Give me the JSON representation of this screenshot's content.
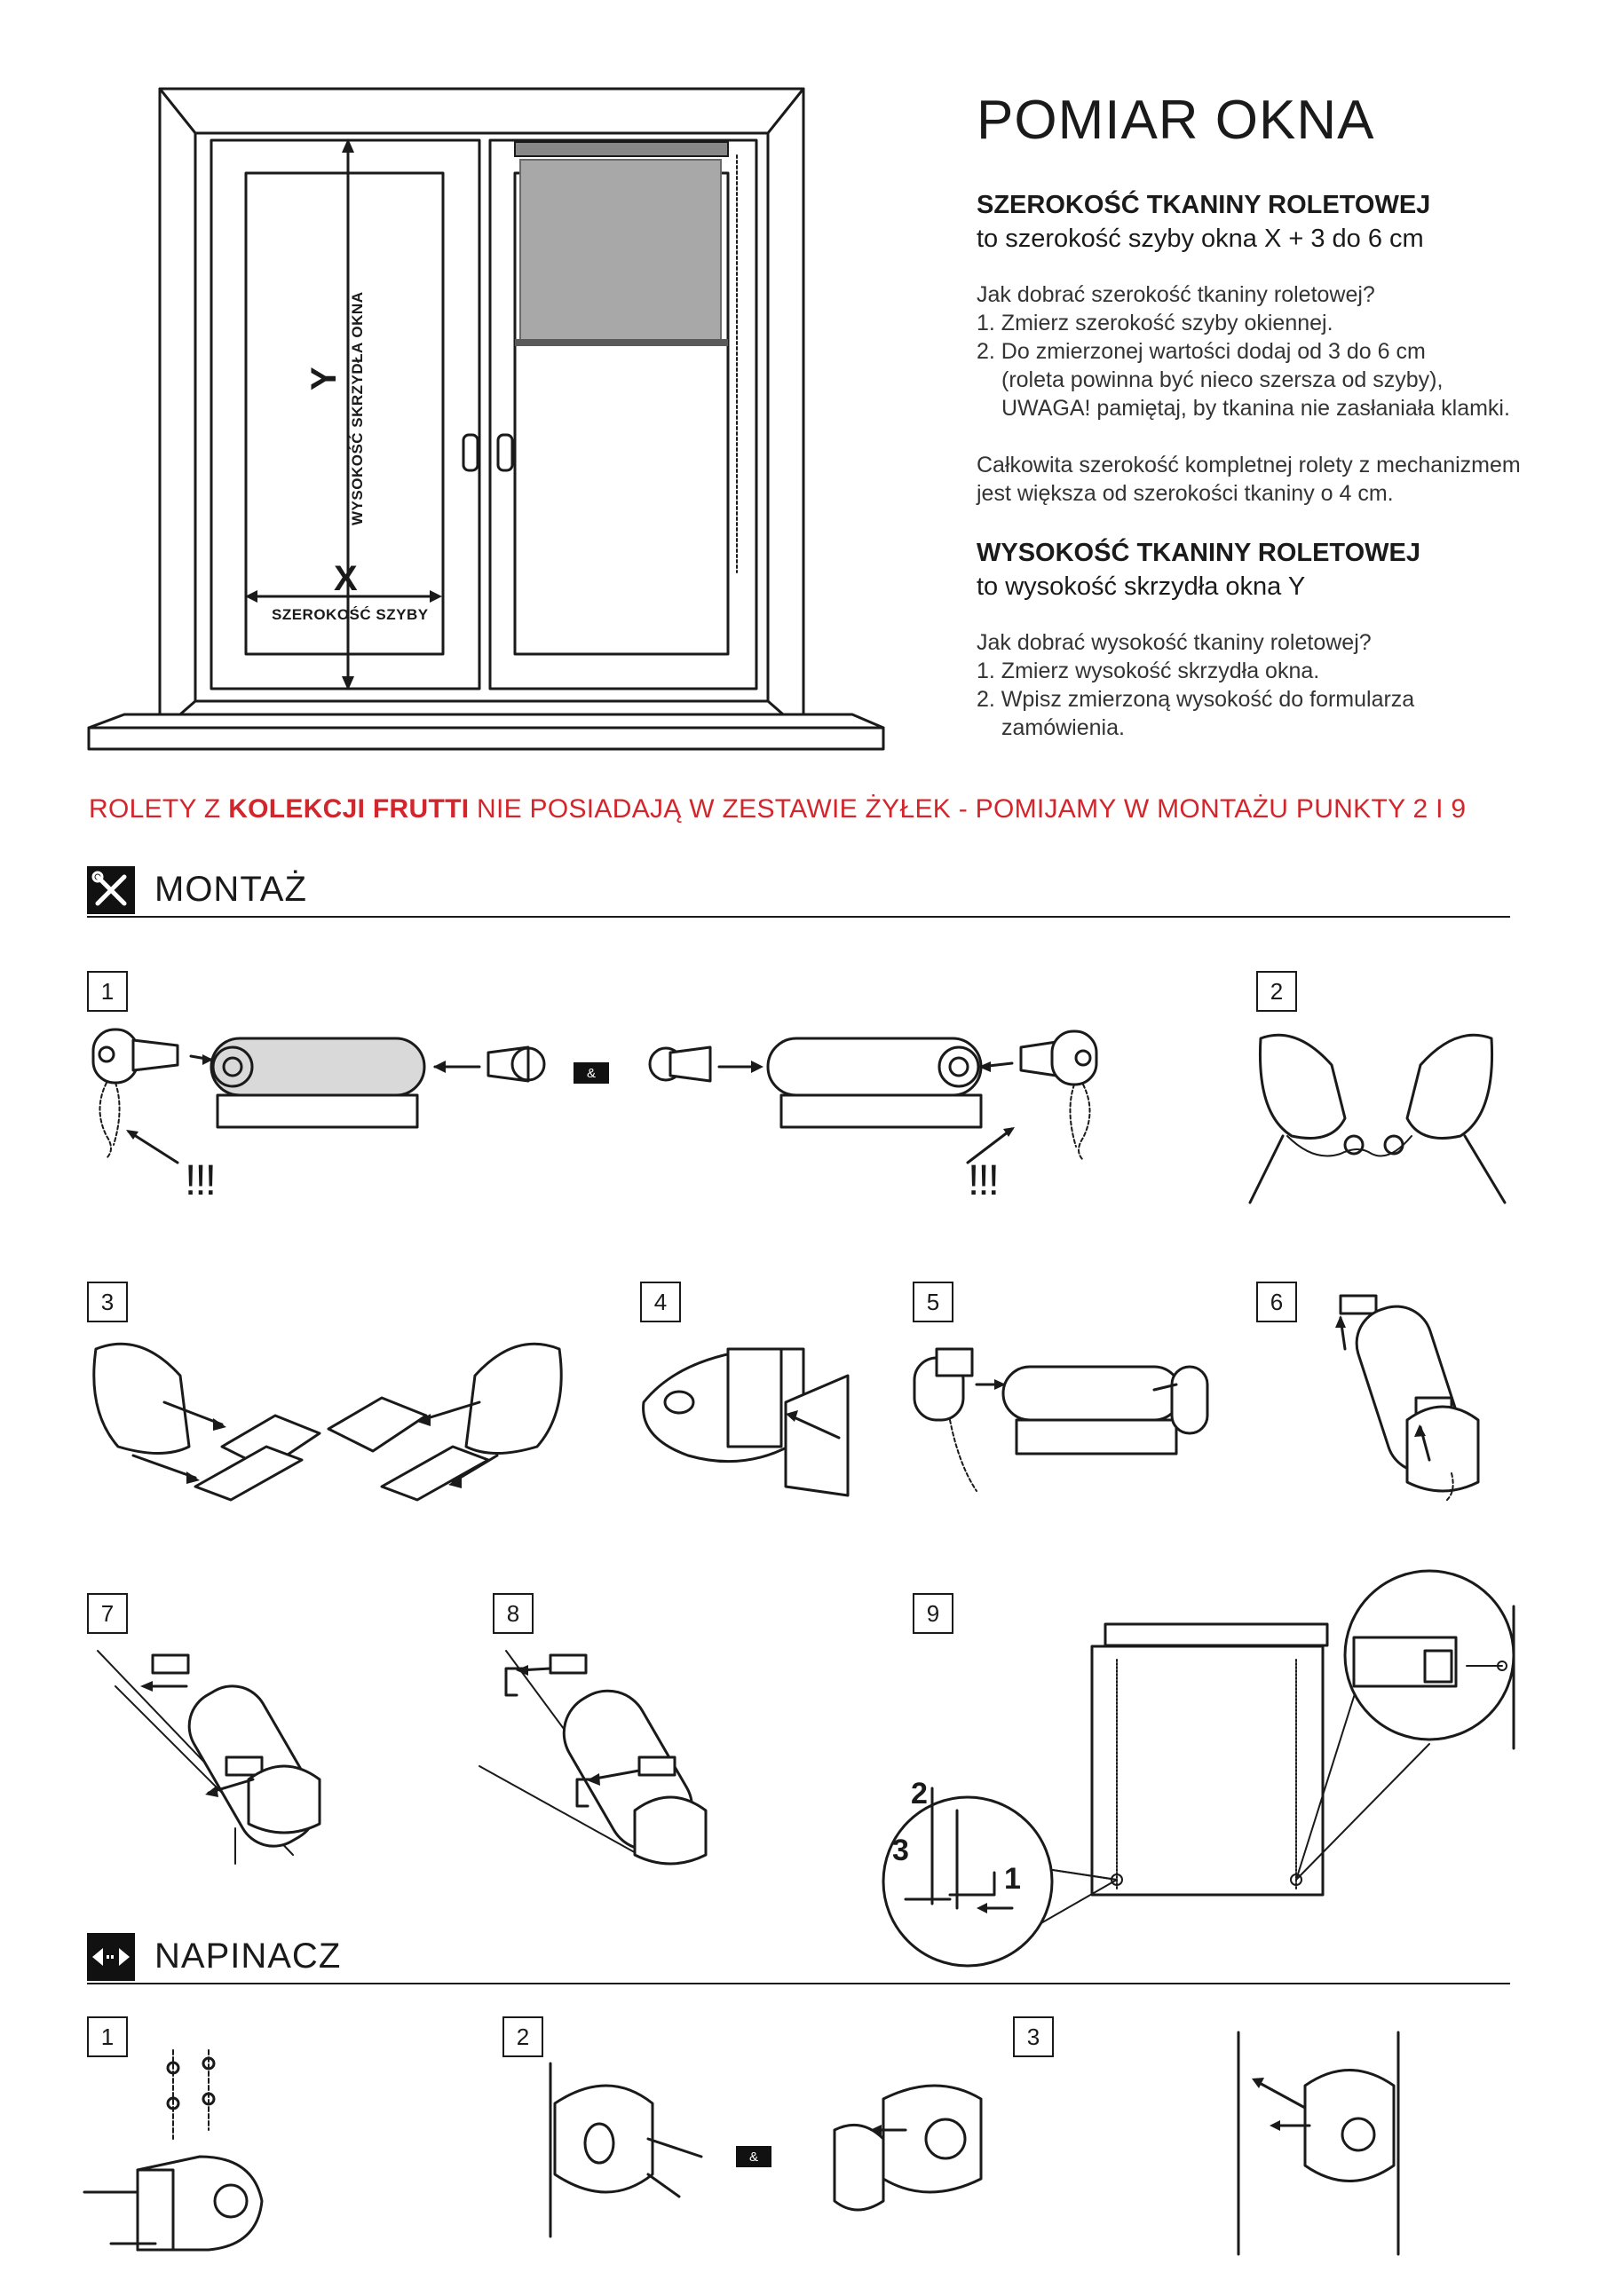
{
  "measure": {
    "title": "POMIAR OKNA",
    "width_heading_bold": "SZEROKOŚĆ TKANINY ROLETOWEJ",
    "width_heading_plain": "to szerokość szyby okna X + 3 do 6 cm",
    "width_question": "Jak dobrać szerokość tkaniny roletowej?",
    "width_step1": "1. Zmierz szerokość szyby okiennej.",
    "width_step2": "2. Do zmierzonej wartości dodaj od 3 do 6 cm",
    "width_step2_cont1": "(roleta powinna być nieco szersza od szyby),",
    "width_step2_cont2": "UWAGA! pamiętaj, by tkanina nie zasłaniała klamki.",
    "width_note_1": "Całkowita szerokość kompletnej rolety z mechanizmem",
    "width_note_2": "jest większa od szerokości tkaniny o 4 cm.",
    "height_heading_bold": "WYSOKOŚĆ TKANINY ROLETOWEJ",
    "height_heading_plain": "to wysokość skrzydła okna Y",
    "height_question": "Jak dobrać wysokość tkaniny roletowej?",
    "height_step1": "1. Zmierz wysokość skrzydła okna.",
    "height_step2": "2. Wpisz zmierzoną wysokość do formularza",
    "height_step2_cont": "zamówienia."
  },
  "diagram": {
    "y_label": "Y",
    "y_caption": "WYSOKOŚĆ SKRZYDŁA OKNA",
    "x_label": "X",
    "x_caption": "SZEROKOŚĆ SZYBY"
  },
  "notice": {
    "prefix": "ROLETY Z ",
    "bold": "KOLEKCJI FRUTTI",
    "suffix": " NIE POSIADAJĄ W ZESTAWIE ŻYŁEK - POMIJAMY W MONTAŻU PUNKTY 2 I 9"
  },
  "montaz": {
    "label": "MONTAŻ",
    "steps": [
      "1",
      "2",
      "3",
      "4",
      "5",
      "6",
      "7",
      "8",
      "9"
    ],
    "amp": "&",
    "warning": "!!!",
    "step9_callouts": [
      "1",
      "2",
      "3"
    ]
  },
  "napinacz": {
    "label": "NAPINACZ",
    "steps": [
      "1",
      "2",
      "3"
    ],
    "amp": "&"
  }
}
